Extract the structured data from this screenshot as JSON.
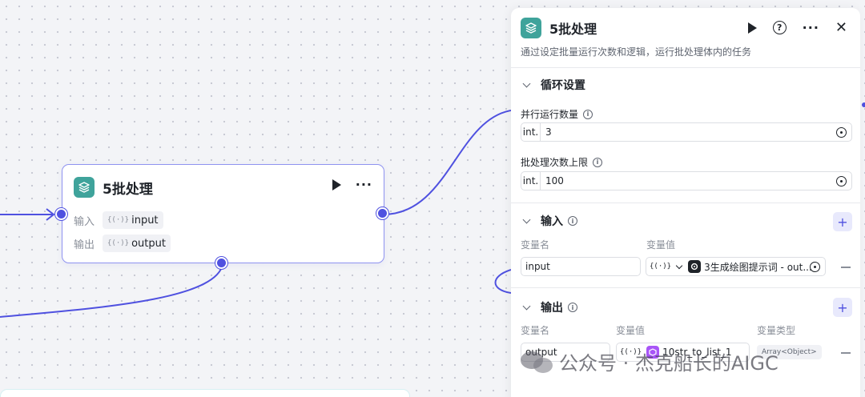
{
  "node": {
    "title": "5批处理",
    "input_label": "输入",
    "input_type": "{(·)}",
    "input_value": "input",
    "output_label": "输出",
    "output_type": "{(·)}",
    "output_value": "output"
  },
  "panel": {
    "title": "5批处理",
    "description": "通过设定批量运行次数和逻辑，运行批处理体内的任务",
    "loop_section": {
      "title": "循环设置",
      "parallel_label": "并行运行数量",
      "parallel_unit": "int.",
      "parallel_value": "3",
      "max_label": "批处理次数上限",
      "max_unit": "int.",
      "max_value": "100"
    },
    "input_section": {
      "title": "输入",
      "col_name": "变量名",
      "col_value": "变量值",
      "var_name": "input",
      "var_type": "{(·)}",
      "var_ref": "3生成绘图提示词 - out..."
    },
    "output_section": {
      "title": "输出",
      "col_name": "变量名",
      "col_value": "变量值",
      "col_type": "变量类型",
      "var_name": "output",
      "var_type": "{(·)}",
      "var_ref": "10str_to_list_1",
      "var_datatype": "Array<Object>"
    }
  },
  "watermark": "公众号 · 杰克船长的AIGC",
  "colors": {
    "accent": "#4f51e0",
    "app_icon": "#3fa39b",
    "node_border": "#8f93f0"
  }
}
